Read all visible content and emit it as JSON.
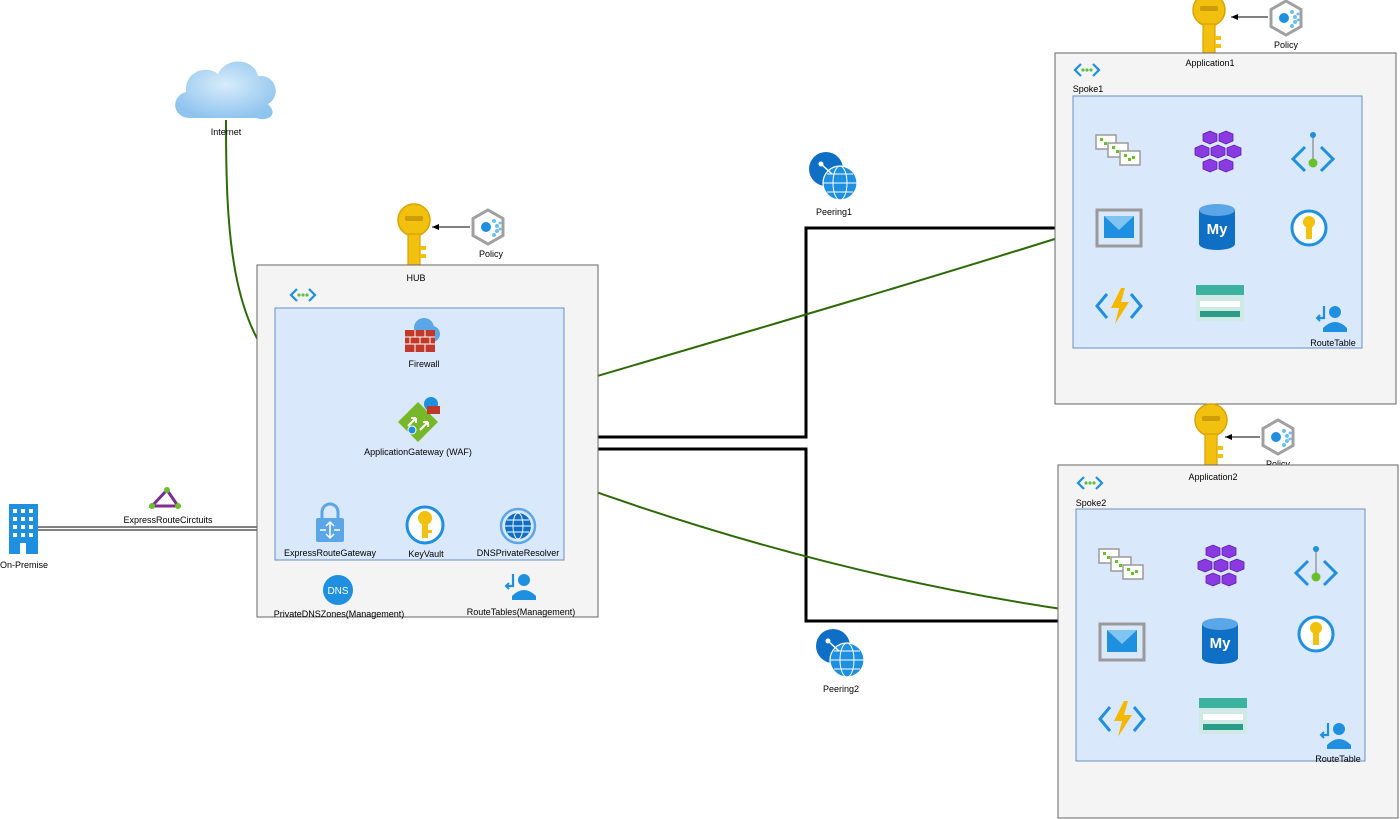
{
  "labels": {
    "internet": "Internet",
    "hub": "HUB",
    "hub_policy": "Policy",
    "firewall": "Firewall",
    "app_gateway": "ApplicationGateway (WAF)",
    "er_gateway": "ExpressRouteGateway",
    "keyvault": "KeyVault",
    "dns_resolver": "DNSPrivateResolver",
    "dns_zones": "PrivateDNSZones(Management)",
    "route_tables": "RouteTables(Management)",
    "er_circuits": "ExpressRouteCirctuits",
    "on_premise": "On-Premise",
    "peering1": "Peering1",
    "peering2": "Peering2",
    "app1": "Application1",
    "spoke1": "Spoke1",
    "app1_policy": "Policy",
    "app1_routetable": "RouteTable",
    "app2": "Application2",
    "spoke2": "Spoke2",
    "app2_policy": "Policy",
    "app2_routetable": "RouteTable",
    "dns_badge": "DNS",
    "mysql_badge": "My"
  },
  "colors": {
    "arrow_green": "#2d6a07",
    "box_gray": "#f4f4f4",
    "vnet_blue": "#dae8fc",
    "vnet_border": "#6c8ebf",
    "key_yellow": "#f2c00f",
    "azure_blue": "#0f6fc5",
    "aks_purple": "#8a2be2",
    "firewall_red": "#c0392b",
    "appgw_green": "#76b82a",
    "er_purple": "#7b2e8e"
  },
  "icons": {
    "cloud": "cloud-icon",
    "key": "key-vault-icon",
    "policy": "policy-icon",
    "vnet": "vnet-icon",
    "firewall": "firewall-icon",
    "appgw": "application-gateway-icon",
    "er_gateway": "expressroute-gateway-icon",
    "dns_resolver": "dns-resolver-icon",
    "dns_zone": "private-dns-zone-icon",
    "route_table": "route-table-icon",
    "er_circuit": "expressroute-circuit-icon",
    "building": "building-icon",
    "peering": "peering-icon",
    "event_hub": "event-hub-icon",
    "aks": "aks-icon",
    "api_mgmt": "api-icon",
    "mail": "communication-icon",
    "mysql": "mysql-icon",
    "function": "function-app-icon",
    "storage": "storage-icon"
  }
}
